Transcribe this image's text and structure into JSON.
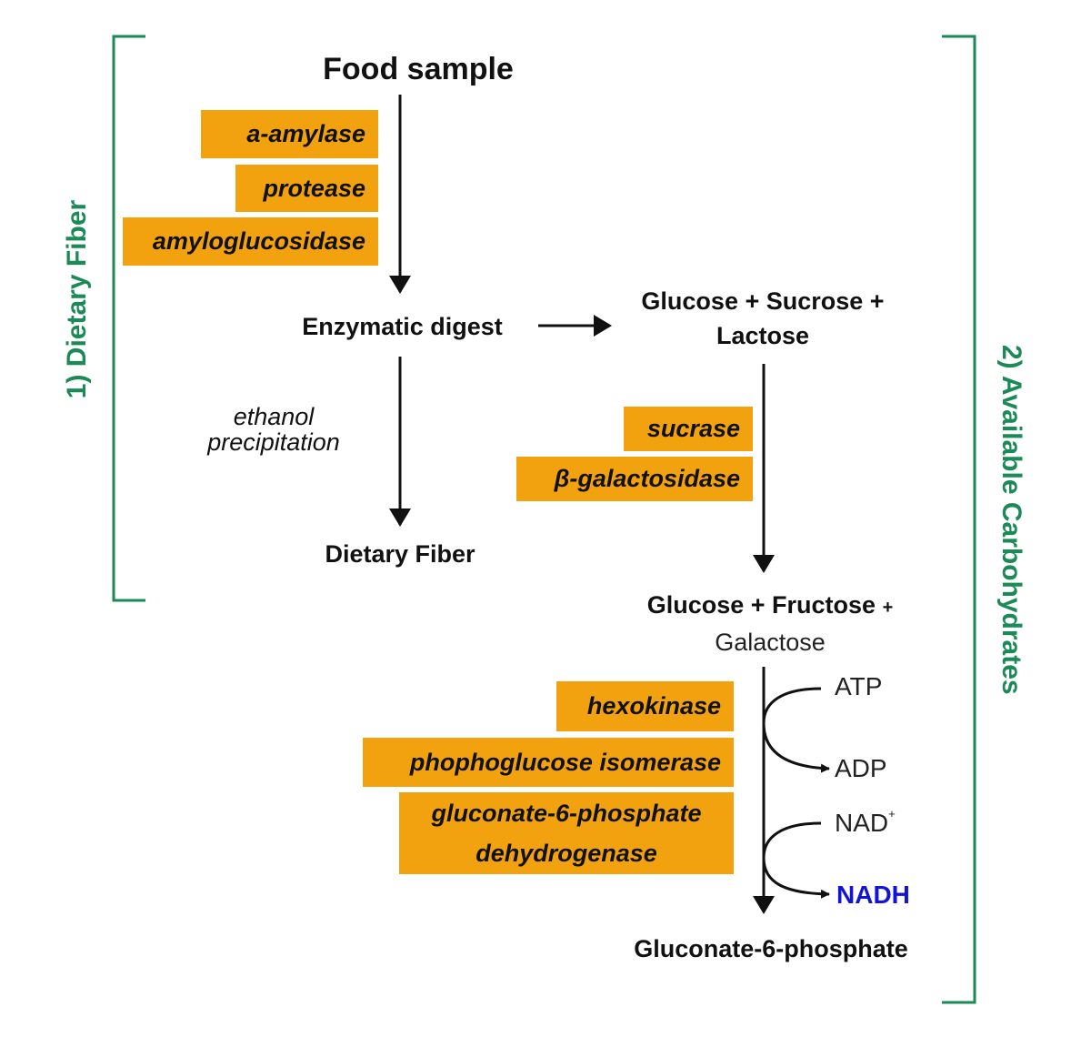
{
  "nodes": {
    "food_sample": "Food sample",
    "enzymatic_digest": "Enzymatic digest",
    "dietary_fiber": "Dietary Fiber",
    "sugars_line1": "Glucose + Sucrose +",
    "sugars_line2": "Lactose",
    "monosaccharides_line1": "Glucose + Fructose",
    "monosaccharides_plus": "+",
    "monosaccharides_line2": "Galactose",
    "product": "Gluconate-6-phosphate"
  },
  "enzymes": {
    "digest": [
      "a-amylase",
      "protease",
      "amyloglucosidase"
    ],
    "hydrolysis": [
      "sucrase",
      "β-galactosidase"
    ],
    "assay": [
      "hexokinase",
      "phophoglucose isomerase"
    ],
    "assay_multiline": [
      "gluconate-6-phosphate",
      "dehydrogenase"
    ]
  },
  "notes": {
    "precipitation_line1": "ethanol",
    "precipitation_line2": "precipitation"
  },
  "cofactors": {
    "atp": "ATP",
    "adp": "ADP",
    "nad": "NAD",
    "nad_charge": "+",
    "nadh": "NADH"
  },
  "sections": {
    "left": "1) Dietary Fiber",
    "right": "2) Available Carbohydrates"
  },
  "colors": {
    "enzyme_fill": "#f2a20e",
    "bracket": "#1b8a57",
    "nadh": "#1313d8",
    "arrow": "#111111"
  }
}
